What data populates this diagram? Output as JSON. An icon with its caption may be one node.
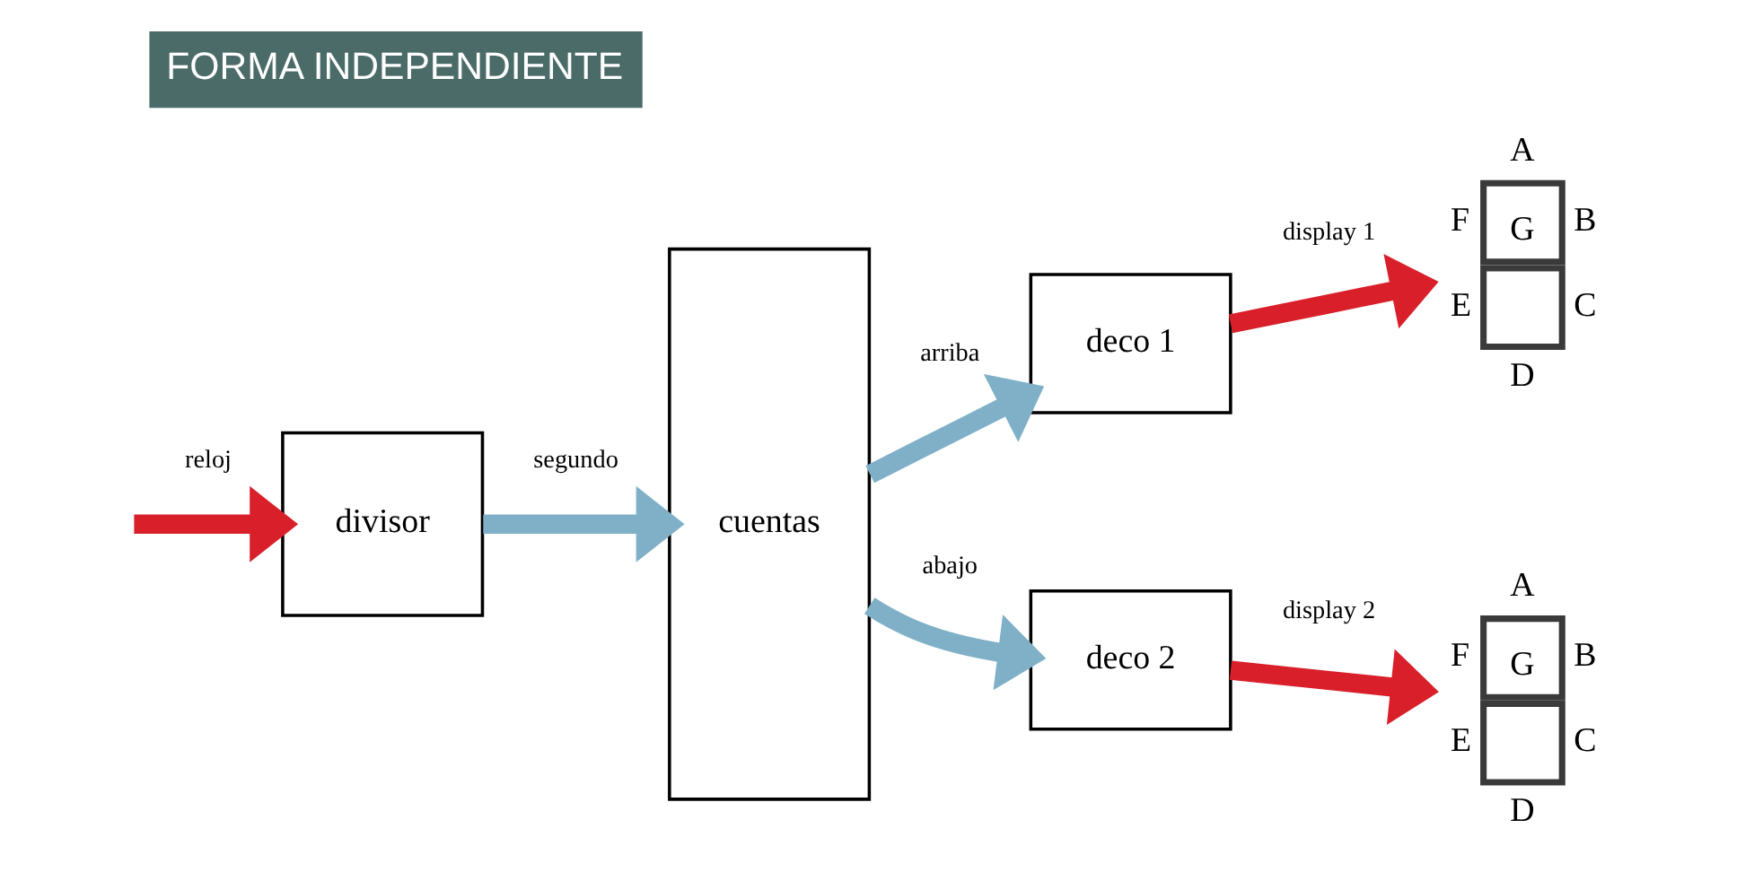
{
  "diagram": {
    "title": "FORMA INDEPENDIENTE",
    "nodes": [
      {
        "text": [
          "divisor"
        ]
      },
      {
        "text": [
          "cuentas"
        ]
      },
      {
        "text": [
          "deco 1"
        ]
      },
      {
        "text": [
          "deco 2"
        ]
      },
      {
        "text": [
          "G"
        ],
        "beside": [
          "A",
          "F",
          "B",
          "E",
          "C",
          "D"
        ]
      },
      {
        "text": [
          "G"
        ],
        "beside": [
          "A",
          "F",
          "B",
          "E",
          "C",
          "D"
        ]
      }
    ],
    "edges": [
      {
        "from": null,
        "to": 0,
        "arrow": "to",
        "label": "reloj",
        "color": "#d9202a"
      },
      {
        "from": 0,
        "to": 1,
        "arrow": "to",
        "label": "segundo",
        "color": "#7fb0c8"
      },
      {
        "from": 1,
        "to": 2,
        "arrow": "to",
        "label": "arriba",
        "color": "#7fb0c8"
      },
      {
        "from": 1,
        "to": 3,
        "arrow": "to",
        "label": "abajo",
        "color": "#7fb0c8"
      },
      {
        "from": 2,
        "to": 4,
        "arrow": "to",
        "label": "display 1",
        "color": "#d9202a"
      },
      {
        "from": 3,
        "to": 5,
        "arrow": "to",
        "label": "display 2",
        "color": "#d9202a"
      }
    ]
  }
}
